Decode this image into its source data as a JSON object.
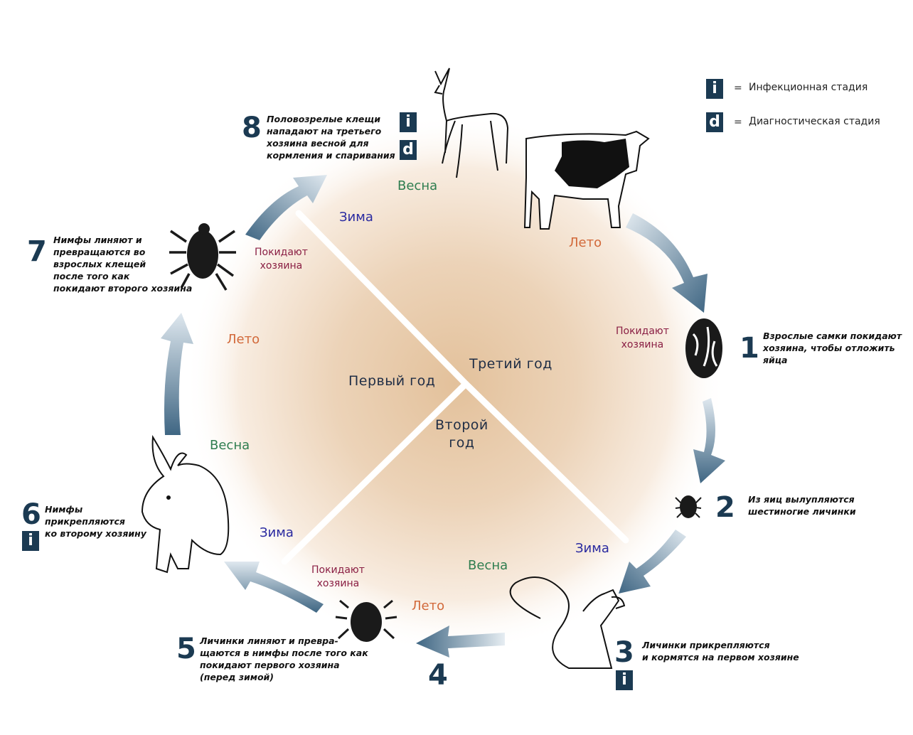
{
  "colors": {
    "badge": "#1b3a52",
    "step_number": "#1b3a52",
    "spring": "#2e7d4f",
    "summer": "#d2693a",
    "winter": "#2a2aa0",
    "leave_host": "#8a1f44",
    "year_label": "#1f2d45",
    "center_glow": "#e8c9a6",
    "arrow_dark": "#3f6683",
    "arrow_light": "#dfe8ef"
  },
  "legend": [
    {
      "badge": "i",
      "eq": "=",
      "text": "Инфекционная стадия"
    },
    {
      "badge": "d",
      "eq": "=",
      "text": "Диагностическая стадия"
    }
  ],
  "years": {
    "first": "Первый год",
    "second": "Второй\nгод",
    "third": "Третий год"
  },
  "seasons": {
    "spring": "Весна",
    "summer": "Лето",
    "winter": "Зима"
  },
  "leave_host": "Покидают\nхозяина",
  "steps": [
    {
      "num": "1",
      "text": "Взрослые самки покидают\nхозяина, чтобы отложить\nяйца",
      "badges": []
    },
    {
      "num": "2",
      "text": "Из яиц вылупляются\nшестиногие личинки",
      "badges": []
    },
    {
      "num": "3",
      "text": "Личинки прикрепляются\nи кормятся на первом хозяине",
      "badges": [
        "i"
      ]
    },
    {
      "num": "4",
      "text": "",
      "badges": []
    },
    {
      "num": "5",
      "text": "Личинки линяют и превра-\nщаются в нимфы после того как\nпокидают первого хозяина\n(перед зимой)",
      "badges": []
    },
    {
      "num": "6",
      "text": "Нимфы\nприкрепляются\nко второму хозяину",
      "badges": [
        "i"
      ]
    },
    {
      "num": "7",
      "text": "Нимфы линяют и\nпревращаются во\nвзрослых клещей\nпосле того как\nпокидают второго хозяина",
      "badges": []
    },
    {
      "num": "8",
      "text": "Половозрелые клещи\nнападают на третьего\nхозяина весной для\nкормления и спаривания",
      "badges": [
        "i",
        "d"
      ]
    }
  ],
  "illustrations": {
    "deer": "deer",
    "cow": "cow",
    "engorged_tick": "engorged-female-tick",
    "larva": "larva-tick",
    "squirrel": "squirrel",
    "nymph": "nymph-tick",
    "rabbit": "rabbit",
    "adult_tick": "adult-tick"
  }
}
